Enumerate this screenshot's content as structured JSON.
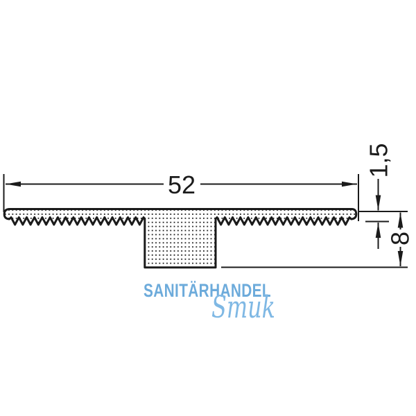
{
  "drawing": {
    "title": "t-profile-cross-section",
    "dimension_labels": {
      "width": "52",
      "thickness": "1,5",
      "height": "8"
    },
    "colors": {
      "line": "#1b1b1b",
      "watermark_main": "#6dabdb",
      "watermark_script": "#7fb8e4"
    }
  },
  "watermark": {
    "brand": "SANITÄRHANDEL",
    "sub": "Smuk"
  }
}
